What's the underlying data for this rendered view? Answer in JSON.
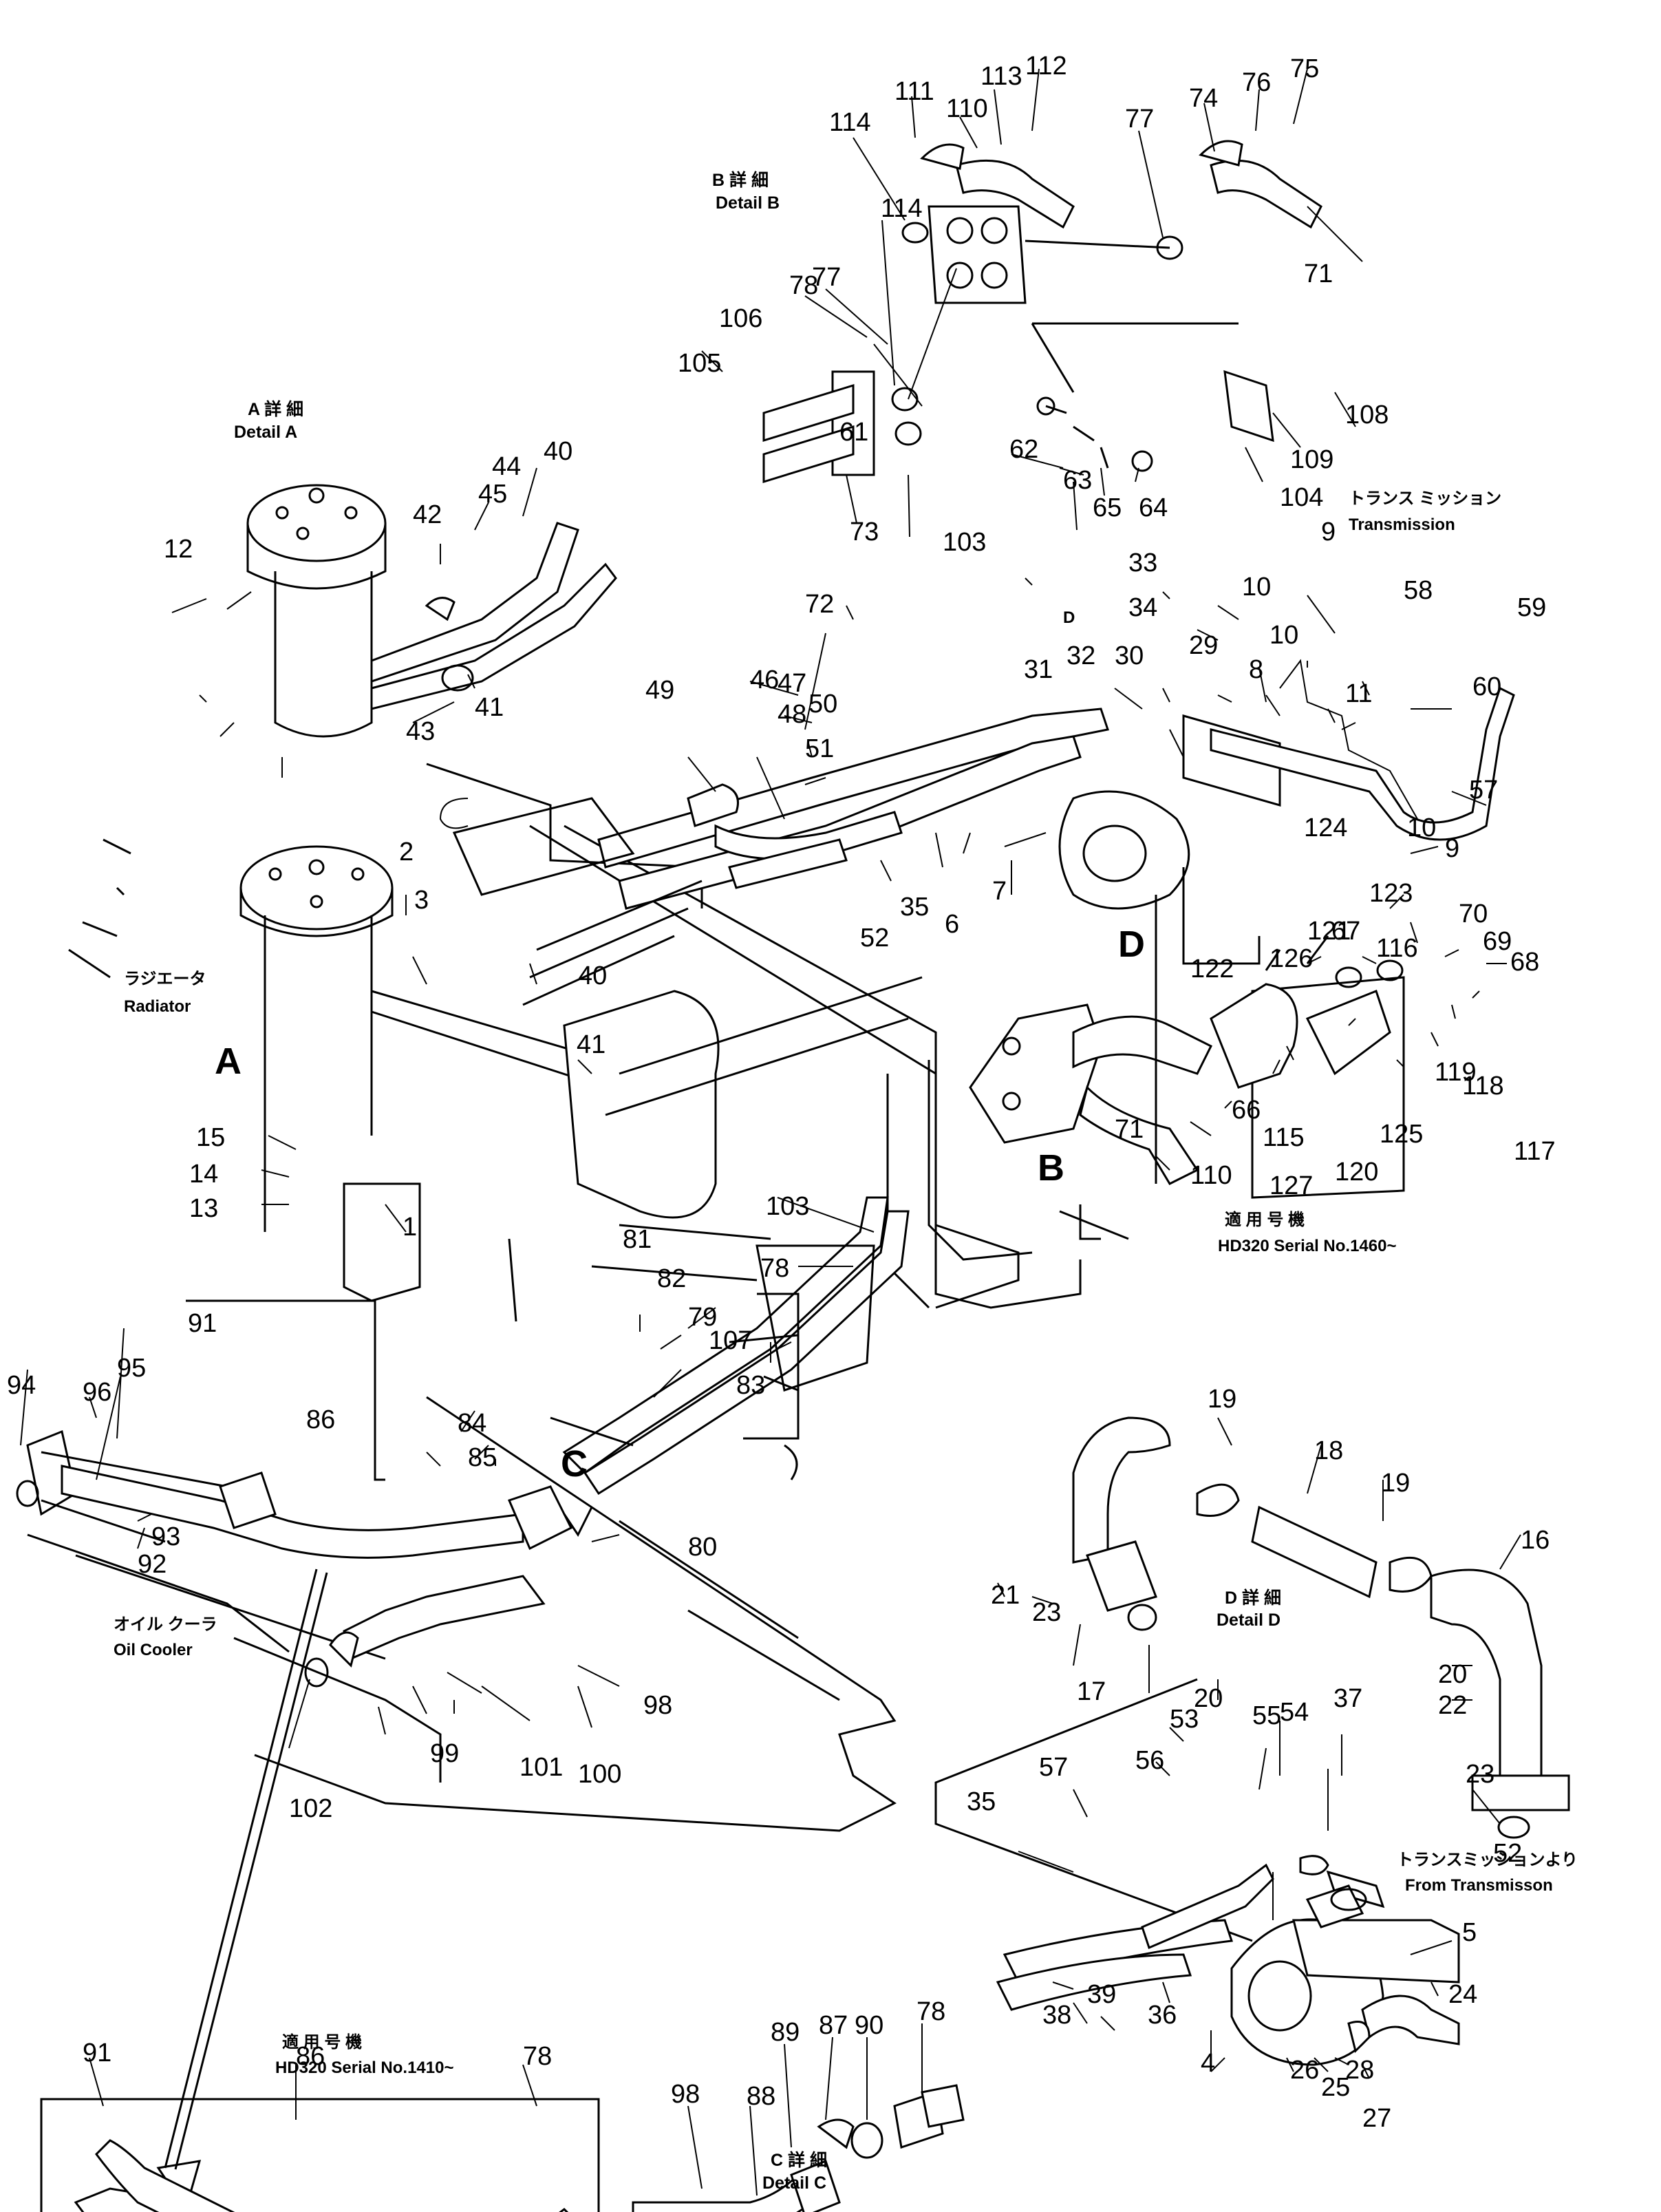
{
  "details": {
    "a_title_jp": "A 詳 細",
    "a_title_en": "Detail A",
    "b_title_jp": "B 詳 細",
    "b_title_en": "Detail B",
    "c_title_jp": "C 詳 細",
    "c_title_en": "Detail C",
    "d_title_jp": "D 詳 細",
    "d_title_en": "Detail D"
  },
  "captions": {
    "radiator_jp": "ラジエータ",
    "radiator_en": "Radiator",
    "transmission_jp": "トランス ミッション",
    "transmission_en": "Transmission",
    "oil_cooler_jp": "オイル クーラ",
    "oil_cooler_en": "Oil Cooler",
    "from_transmission_jp": "トランスミッションより",
    "from_transmission_en": "From Transmisson",
    "serial_1460_jp": "適 用 号 機",
    "serial_1460_en": "HD320 Serial No.1460~",
    "serial_1410_jp": "適 用 号 機",
    "serial_1410_en": "HD320 Serial No.1410~"
  },
  "view_markers": {
    "a": "A",
    "b": "B",
    "c": "C",
    "d": "D",
    "d_small": "D"
  },
  "part_labels": [
    "111",
    "113",
    "112",
    "110",
    "114",
    "114",
    "77",
    "74",
    "76",
    "75",
    "71",
    "78",
    "77",
    "106",
    "105",
    "61",
    "108",
    "62",
    "63",
    "65",
    "64",
    "104",
    "109",
    "103",
    "73",
    "72",
    "42",
    "45",
    "44",
    "40",
    "12",
    "43",
    "41",
    "33",
    "34",
    "9",
    "58",
    "59",
    "10",
    "10",
    "8",
    "11",
    "60",
    "47",
    "48",
    "50",
    "51",
    "49",
    "46",
    "31",
    "32",
    "30",
    "29",
    "57",
    "2",
    "3",
    "40",
    "41",
    "35",
    "6",
    "7",
    "52",
    "124",
    "10",
    "9",
    "123",
    "67",
    "70",
    "69",
    "68",
    "122",
    "126",
    "121",
    "116",
    "118",
    "117",
    "119",
    "125",
    "120",
    "127",
    "66",
    "115",
    "110",
    "71",
    "15",
    "14",
    "13",
    "1",
    "103",
    "78",
    "81",
    "82",
    "79",
    "107",
    "83",
    "84",
    "85",
    "91",
    "95",
    "96",
    "94",
    "86",
    "93",
    "92",
    "80",
    "98",
    "99",
    "101",
    "100",
    "102",
    "19",
    "18",
    "19",
    "16",
    "21",
    "23",
    "17",
    "20",
    "22",
    "23",
    "20",
    "53",
    "56",
    "55",
    "54",
    "37",
    "57",
    "35",
    "52",
    "5",
    "38",
    "39",
    "36",
    "24",
    "4",
    "26",
    "25",
    "28",
    "27",
    "91",
    "86",
    "78",
    "98",
    "88",
    "89",
    "87",
    "90",
    "78"
  ]
}
